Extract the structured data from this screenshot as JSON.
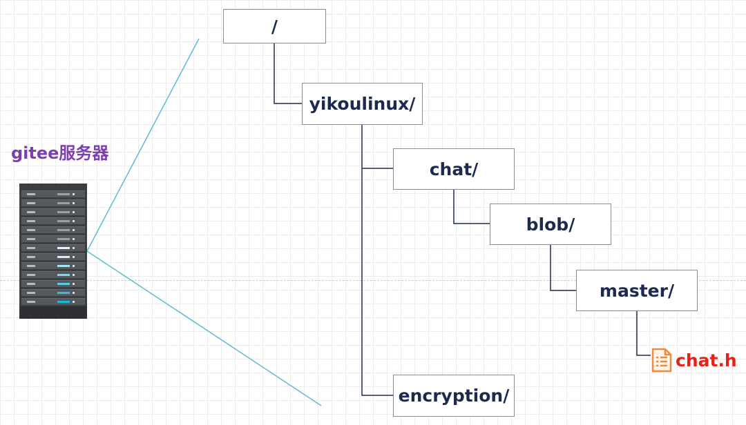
{
  "server": {
    "label": "gitee服务器",
    "icon": "server-rack-icon",
    "indicator_colors": [
      "#9aa0a6",
      "#9aa0a6",
      "#9aa0a6",
      "#9aa0a6",
      "#9aa0a6",
      "#9aa0a6",
      "#e8f4ff",
      "#cfeeff",
      "#a9e6f5",
      "#7fd9ee",
      "#55cde6",
      "#2bc1df",
      "#19b8d8"
    ]
  },
  "tree": {
    "root": "/",
    "yikoulinux": "yikoulinux/",
    "chat": "chat/",
    "blob": "blob/",
    "master": "master/",
    "encryption": "encryption/",
    "file": "chat.h"
  },
  "colors": {
    "tree_line": "#1b2a4e",
    "callout_line": "#5bbbd1",
    "node_text": "#1b2a4e",
    "server_label": "#7b3fb0",
    "file_label": "#e3241b",
    "file_icon": "#f08a3c"
  }
}
